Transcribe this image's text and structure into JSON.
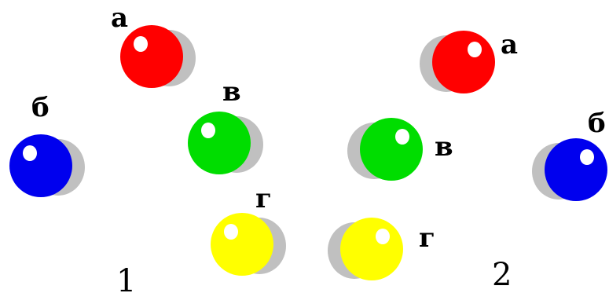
{
  "groups": [
    {
      "number": "1",
      "balls": [
        {
          "letter": "а",
          "color": "#ff0000",
          "name": "red"
        },
        {
          "letter": "б",
          "color": "#0000ee",
          "name": "blue"
        },
        {
          "letter": "в",
          "color": "#00dd00",
          "name": "green"
        },
        {
          "letter": "г",
          "color": "#ffff00",
          "name": "yellow"
        }
      ]
    },
    {
      "number": "2",
      "balls": [
        {
          "letter": "а",
          "color": "#ff0000",
          "name": "red"
        },
        {
          "letter": "б",
          "color": "#0000ee",
          "name": "blue"
        },
        {
          "letter": "в",
          "color": "#00dd00",
          "name": "green"
        },
        {
          "letter": "г",
          "color": "#ffff00",
          "name": "yellow"
        }
      ]
    }
  ],
  "shadow_color": "#c0c0c0",
  "highlight_color": "#ffffff"
}
